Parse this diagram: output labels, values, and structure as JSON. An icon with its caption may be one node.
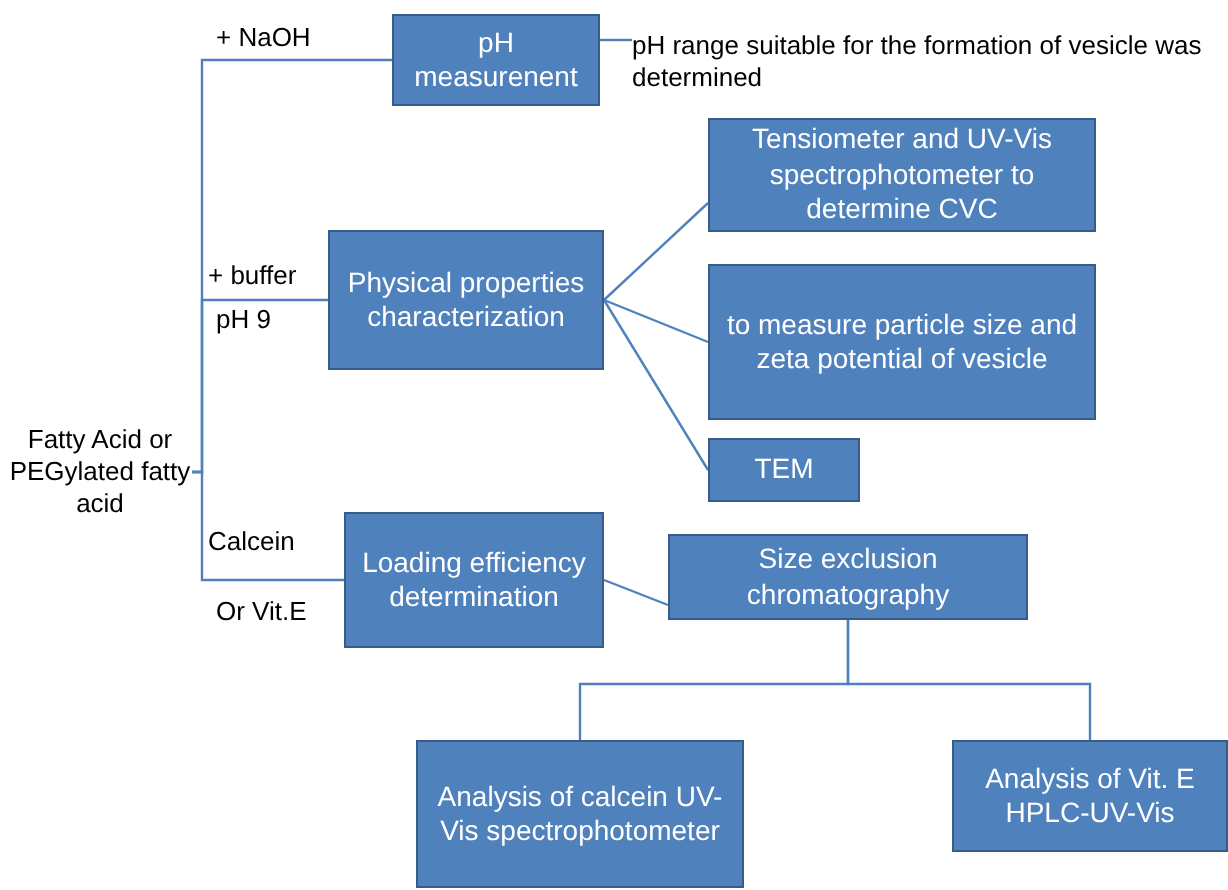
{
  "diagram": {
    "nodes": [
      {
        "text": [
          "Fatty Acid or PEGylated fatty acid"
        ]
      },
      {
        "text": [
          "pH measurenent"
        ]
      },
      {
        "text": [
          "pH range suitable for the formation of vesicle was determined"
        ]
      },
      {
        "text": [
          "Physical properties characterization"
        ]
      },
      {
        "text": [
          "Tensiometer and UV-Vis spectrophotometer to determine CVC"
        ]
      },
      {
        "text": [
          "to measure particle size and zeta potential of vesicle"
        ]
      },
      {
        "text": [
          "TEM"
        ]
      },
      {
        "text": [
          "Loading efficiency determination"
        ]
      },
      {
        "text": [
          "Size exclusion chromatography"
        ]
      },
      {
        "text": [
          "Analysis of calcein UV-Vis spectrophotometer"
        ]
      },
      {
        "text": [
          "Analysis of Vit. E HPLC-UV-Vis"
        ]
      }
    ],
    "edges": [
      {
        "from": 0,
        "to": 1,
        "arrow": "none"
      },
      {
        "from": 0,
        "to": 3,
        "arrow": "none"
      },
      {
        "from": 0,
        "to": 7,
        "arrow": "none"
      },
      {
        "from": 1,
        "to": 2,
        "arrow": "none"
      },
      {
        "from": 3,
        "to": 4,
        "arrow": "none"
      },
      {
        "from": 3,
        "to": 5,
        "arrow": "none"
      },
      {
        "from": 3,
        "to": 6,
        "arrow": "none"
      },
      {
        "from": 7,
        "to": 8,
        "arrow": "none"
      },
      {
        "from": 8,
        "to": 9,
        "arrow": "none"
      },
      {
        "from": 8,
        "to": 10,
        "arrow": "none"
      }
    ],
    "labels": [
      "+ NaOH",
      "+ buffer",
      "pH 9",
      "Calcein",
      "Or Vit.E"
    ]
  }
}
